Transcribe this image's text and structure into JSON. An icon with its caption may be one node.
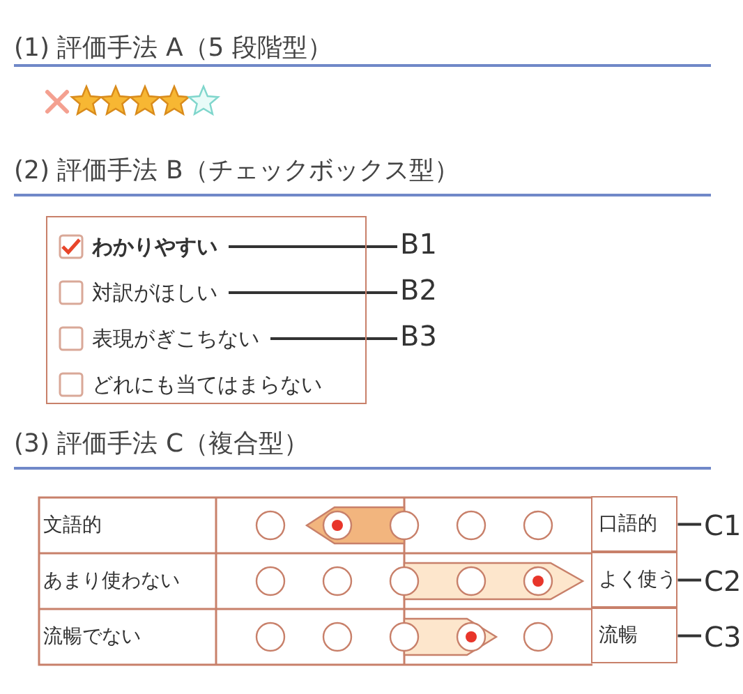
{
  "diagram": {
    "nodes": [
      {
        "text": [],
        "shape": "box"
      },
      {
        "text": [
          "わかりやすい"
        ],
        "in": 0
      },
      {
        "text": [
          "対訳がほしい"
        ],
        "in": 0
      },
      {
        "text": [
          "表現がぎこちない"
        ],
        "in": 0
      },
      {
        "text": [
          "どれにも当てはまらない"
        ],
        "in": 0
      },
      {
        "text": [
          "B1"
        ]
      },
      {
        "text": [
          "B2"
        ]
      },
      {
        "text": [
          "B3"
        ]
      },
      {
        "text": [
          "口語的"
        ]
      },
      {
        "text": [
          "よく使う"
        ]
      },
      {
        "text": [
          "流暢"
        ]
      },
      {
        "text": [
          "C1"
        ]
      },
      {
        "text": [
          "C2"
        ]
      },
      {
        "text": [
          "C3"
        ]
      }
    ],
    "edges": [
      {
        "from": 5,
        "to": 1,
        "arrow": "none"
      },
      {
        "from": 6,
        "to": 2,
        "arrow": "none"
      },
      {
        "from": 7,
        "to": 3,
        "arrow": "none"
      },
      {
        "from": 11,
        "to": 8,
        "arrow": "none"
      },
      {
        "from": 12,
        "to": 9,
        "arrow": "none"
      },
      {
        "from": 13,
        "to": 10,
        "arrow": "none"
      }
    ],
    "labels": [
      "(1)  評価手法 A（5 段階型）",
      "(2)  評価手法 B（チェックボックス型）",
      "(3) 評価手法 C（複合型）",
      "文語的",
      "あまり使わない",
      "流暢でない"
    ]
  }
}
